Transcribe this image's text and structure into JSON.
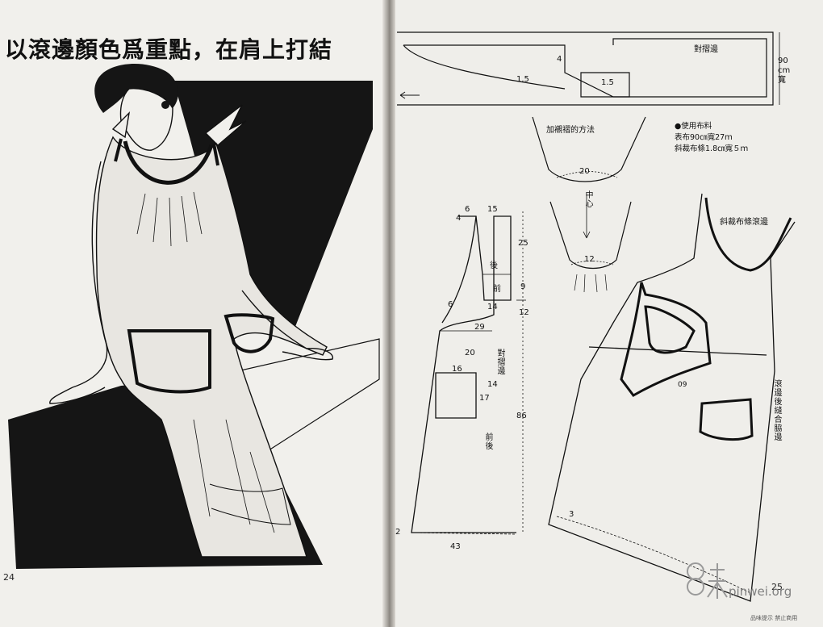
{
  "left_page": {
    "title": "以滾邊顏色爲重點，在肩上打結",
    "page_number": "24"
  },
  "right_page": {
    "page_number": "25",
    "fabric_width": {
      "value": "90",
      "unit": "cm",
      "word": "寬"
    },
    "top_labels": {
      "fold": "對摺邊",
      "n15a": "1.5",
      "n4": "4",
      "n15b": "1.5"
    },
    "method_label": "加襯褶的方法",
    "center_label": "中心",
    "gather_top_value": "20",
    "gather_bottom_value": "12",
    "fabric_title": "●使用布料",
    "fabric_line1": "表布90㎝寬27ｍ",
    "fabric_line2": "斜裁布條1.8㎝寬５ｍ",
    "bias_binding_label": "斜裁布條滾邊",
    "seam_label": "滾邊後縫合脇邊",
    "pattern": {
      "n6": "6",
      "n4": "4",
      "n15": "15",
      "n25": "25",
      "back": "後",
      "front": "前",
      "n9": "9",
      "n14a": "14",
      "n6b": "6",
      "n12": "12",
      "n29": "29",
      "n20": "20",
      "fold_edge": "對摺邊",
      "n16": "16",
      "n14b": "14",
      "n17": "17",
      "n86": "86",
      "front_back": "前後",
      "n2": "2",
      "n43": "43"
    },
    "illustration_labels": {
      "n09": "09",
      "n3": "3"
    }
  },
  "watermark": {
    "text": "pinwei.org",
    "footer": "品味提示 禁止商用"
  }
}
